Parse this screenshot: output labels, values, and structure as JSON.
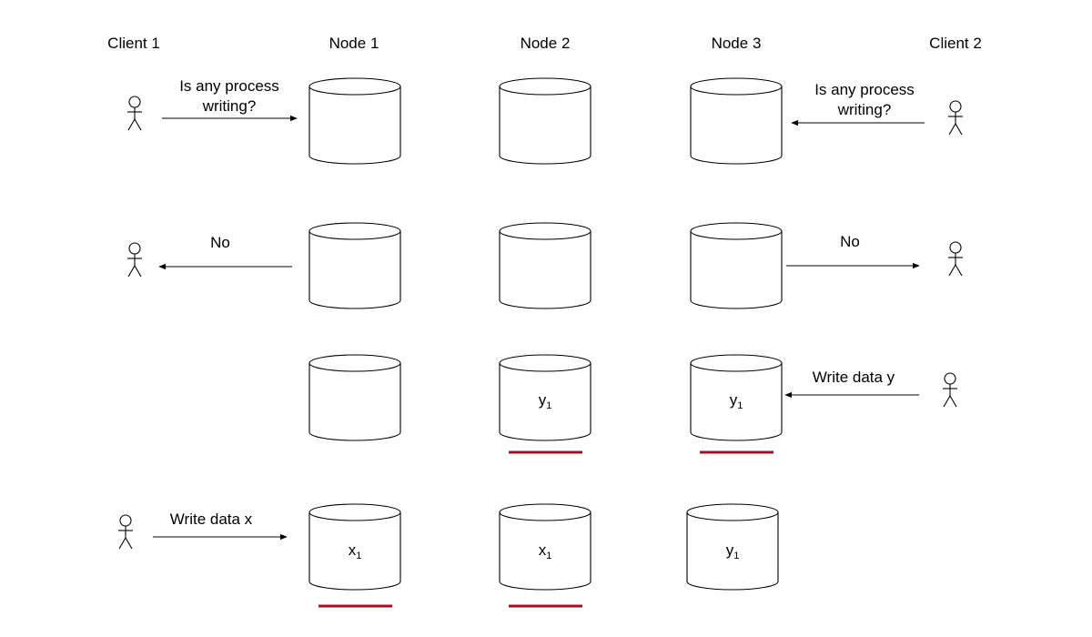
{
  "columns": {
    "client1": "Client 1",
    "node1": "Node 1",
    "node2": "Node 2",
    "node3": "Node 3",
    "client2": "Client 2"
  },
  "messages": {
    "row1_left_line1": "Is any process",
    "row1_left_line2": "writing?",
    "row1_right_line1": "Is any process",
    "row1_right_line2": "writing?",
    "row2_left": "No",
    "row2_right": "No",
    "row3_right": "Write data y",
    "row4_left": "Write data x"
  },
  "values": {
    "r3n2": {
      "base": "y",
      "sub": "1"
    },
    "r3n3": {
      "base": "y",
      "sub": "1"
    },
    "r4n1": {
      "base": "x",
      "sub": "1"
    },
    "r4n2": {
      "base": "x",
      "sub": "1"
    },
    "r4n3": {
      "base": "y",
      "sub": "1"
    }
  },
  "colors": {
    "highlight": "#a50f1f"
  }
}
